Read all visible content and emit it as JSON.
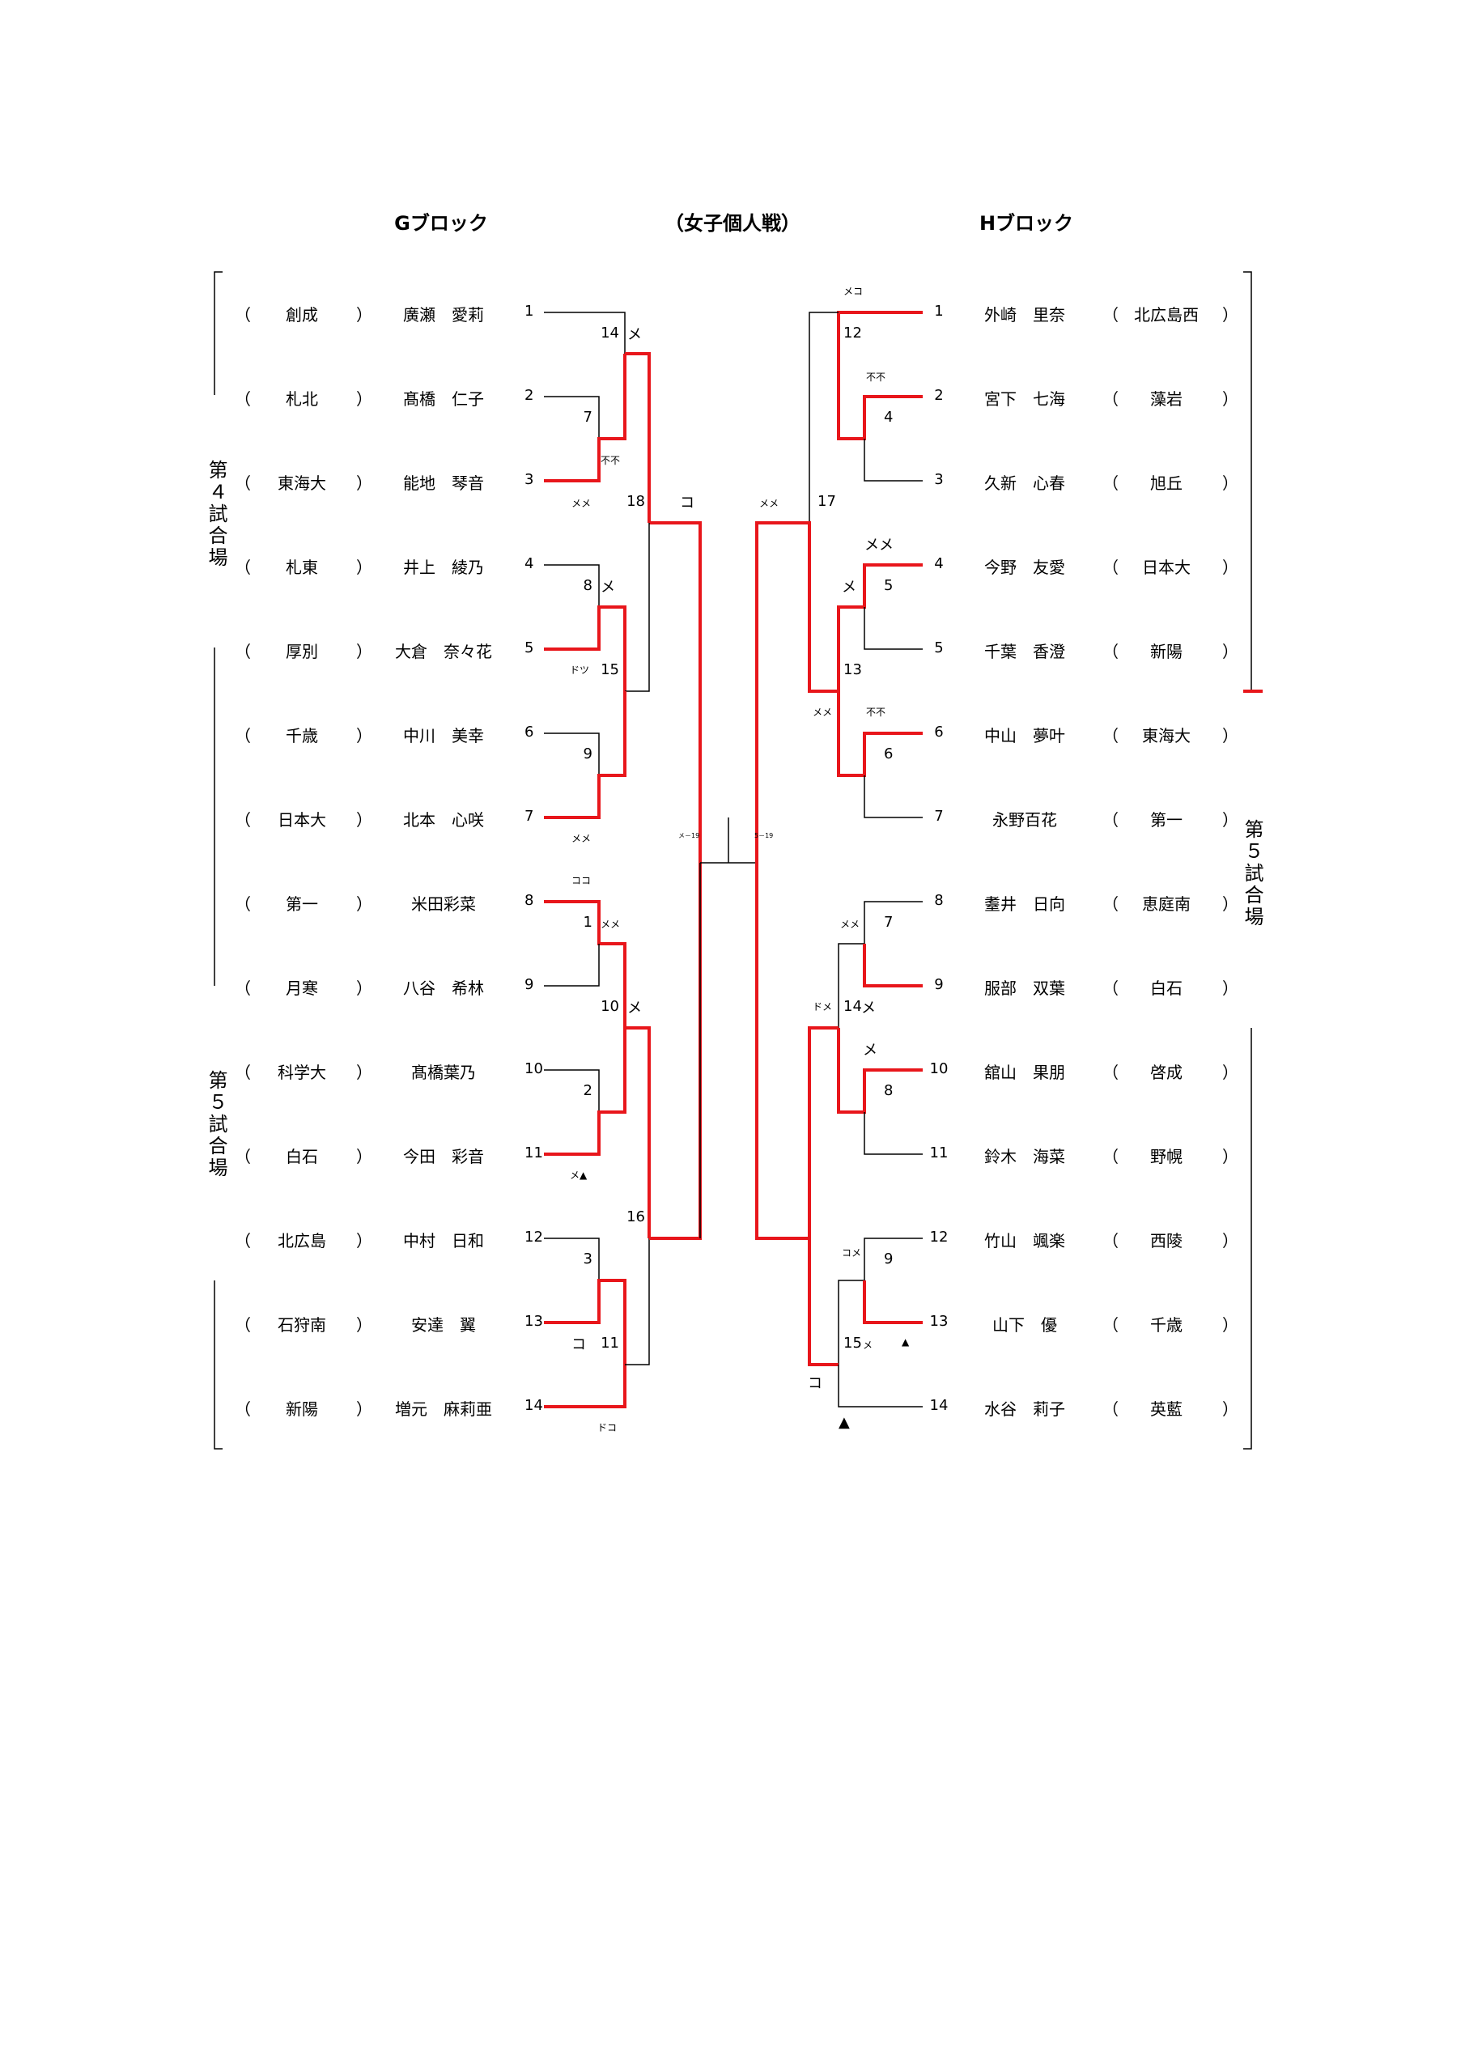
{
  "header": {
    "left_block": "Gブロック",
    "center_title": "（女子個人戦）",
    "right_block": "Hブロック"
  },
  "venues": {
    "left_upper": "第４試合場",
    "left_lower": "第５試合場",
    "right": "第５試合場"
  },
  "paren_open": "（",
  "paren_close": "）",
  "left_players": [
    {
      "no": "1",
      "school": "創成",
      "name": "廣瀬　愛莉"
    },
    {
      "no": "2",
      "school": "札北",
      "name": "髙橋　仁子"
    },
    {
      "no": "3",
      "school": "東海大",
      "name": "能地　琴音"
    },
    {
      "no": "4",
      "school": "札東",
      "name": "井上　綾乃"
    },
    {
      "no": "5",
      "school": "厚別",
      "name": "大倉　奈々花"
    },
    {
      "no": "6",
      "school": "千歳",
      "name": "中川　美幸"
    },
    {
      "no": "7",
      "school": "日本大",
      "name": "北本　心咲"
    },
    {
      "no": "8",
      "school": "第一",
      "name": "米田彩菜"
    },
    {
      "no": "9",
      "school": "月寒",
      "name": "八谷　希林"
    },
    {
      "no": "10",
      "school": "科学大",
      "name": "髙橋葉乃"
    },
    {
      "no": "11",
      "school": "白石",
      "name": "今田　彩音"
    },
    {
      "no": "12",
      "school": "北広島",
      "name": "中村　日和"
    },
    {
      "no": "13",
      "school": "石狩南",
      "name": "安達　翼"
    },
    {
      "no": "14",
      "school": "新陽",
      "name": "増元　麻莉亜"
    }
  ],
  "right_players": [
    {
      "no": "1",
      "name": "外崎　里奈",
      "school": "北広島西"
    },
    {
      "no": "2",
      "name": "宮下　七海",
      "school": "藻岩"
    },
    {
      "no": "3",
      "name": "久新　心春",
      "school": "旭丘"
    },
    {
      "no": "4",
      "name": "今野　友愛",
      "school": "日本大"
    },
    {
      "no": "5",
      "name": "千葉　香澄",
      "school": "新陽"
    },
    {
      "no": "6",
      "name": "中山　夢叶",
      "school": "東海大"
    },
    {
      "no": "7",
      "name": "永野百花",
      "school": "第一"
    },
    {
      "no": "8",
      "name": "耋井　日向",
      "school": "恵庭南"
    },
    {
      "no": "9",
      "name": "服部　双葉",
      "school": "白石"
    },
    {
      "no": "10",
      "name": "舘山　果朋",
      "school": "啓成"
    },
    {
      "no": "11",
      "name": "鈴木　海菜",
      "school": "野幌"
    },
    {
      "no": "12",
      "name": "竹山　颯楽",
      "school": "西陵"
    },
    {
      "no": "13",
      "name": "山下　優",
      "school": "千歳"
    },
    {
      "no": "14",
      "name": "水谷　莉子",
      "school": "英藍"
    }
  ],
  "match_numbers": {
    "L14": "14",
    "L7": "7",
    "L18": "18",
    "L8": "8",
    "L15": "15",
    "L9": "9",
    "L1": "1",
    "L10": "10",
    "L2": "2",
    "L16": "16",
    "L3": "3",
    "L11": "11",
    "R12": "12",
    "R4": "4",
    "R17": "17",
    "R5": "5",
    "R13": "13",
    "R6": "6",
    "R7": "7",
    "R14": "14",
    "R8": "8",
    "R9": "9",
    "R15": "15"
  },
  "annotations": {
    "l_me_14": "メ",
    "l_fufu": "不不",
    "l_meme_3": "メメ",
    "l_ko_18": "コ",
    "l_me_8": "メ",
    "l_dotsu": "ドツ",
    "l_meme_7": "メメ",
    "l_koko": "ココ",
    "l_me_1": "メメ",
    "l_me_10": "メ",
    "l_me_tri": "メ▲",
    "l_ko_13": "コ",
    "l_doko": "ドコ",
    "l_final_note": "メ－19",
    "r_meko": "メコ",
    "r_fufu_2": "不不",
    "r_meme_17": "メメ",
    "r_meme_4": "メメ",
    "r_me_5": "メ",
    "r_meme_13": "メメ",
    "r_fufu_6": "不不",
    "r_meme_7": "メメ",
    "r_dome": "ドメ",
    "r_me_14": "メ",
    "r_me_10": "メ",
    "r_kome": "コメ",
    "r_me_15": "メ",
    "r_tri_15": "▲",
    "r_ko": "コ",
    "r_tri_14": "▲",
    "r_final_note": "5－19"
  }
}
